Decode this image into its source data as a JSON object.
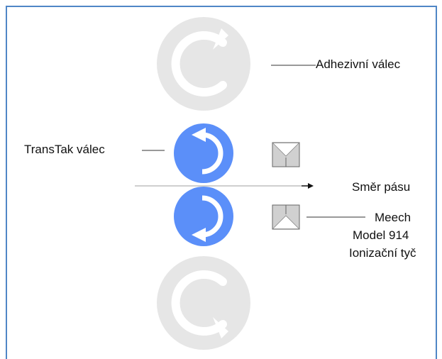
{
  "labels": {
    "adhesive_roller": "Adhezivní válec",
    "transtak_roller": "TransTak válec",
    "web_direction": "Směr pásu",
    "meech_line1": "Meech",
    "meech_line2": "Model 914",
    "meech_line3": "Ionizační tyč"
  },
  "colors": {
    "frame": "#4f86c6",
    "grey_roller": "#e6e6e6",
    "blue_roller": "#5b8ff9",
    "bar_fill": "#d0d0d0",
    "bar_stroke": "#666666",
    "leader": "#333333"
  }
}
